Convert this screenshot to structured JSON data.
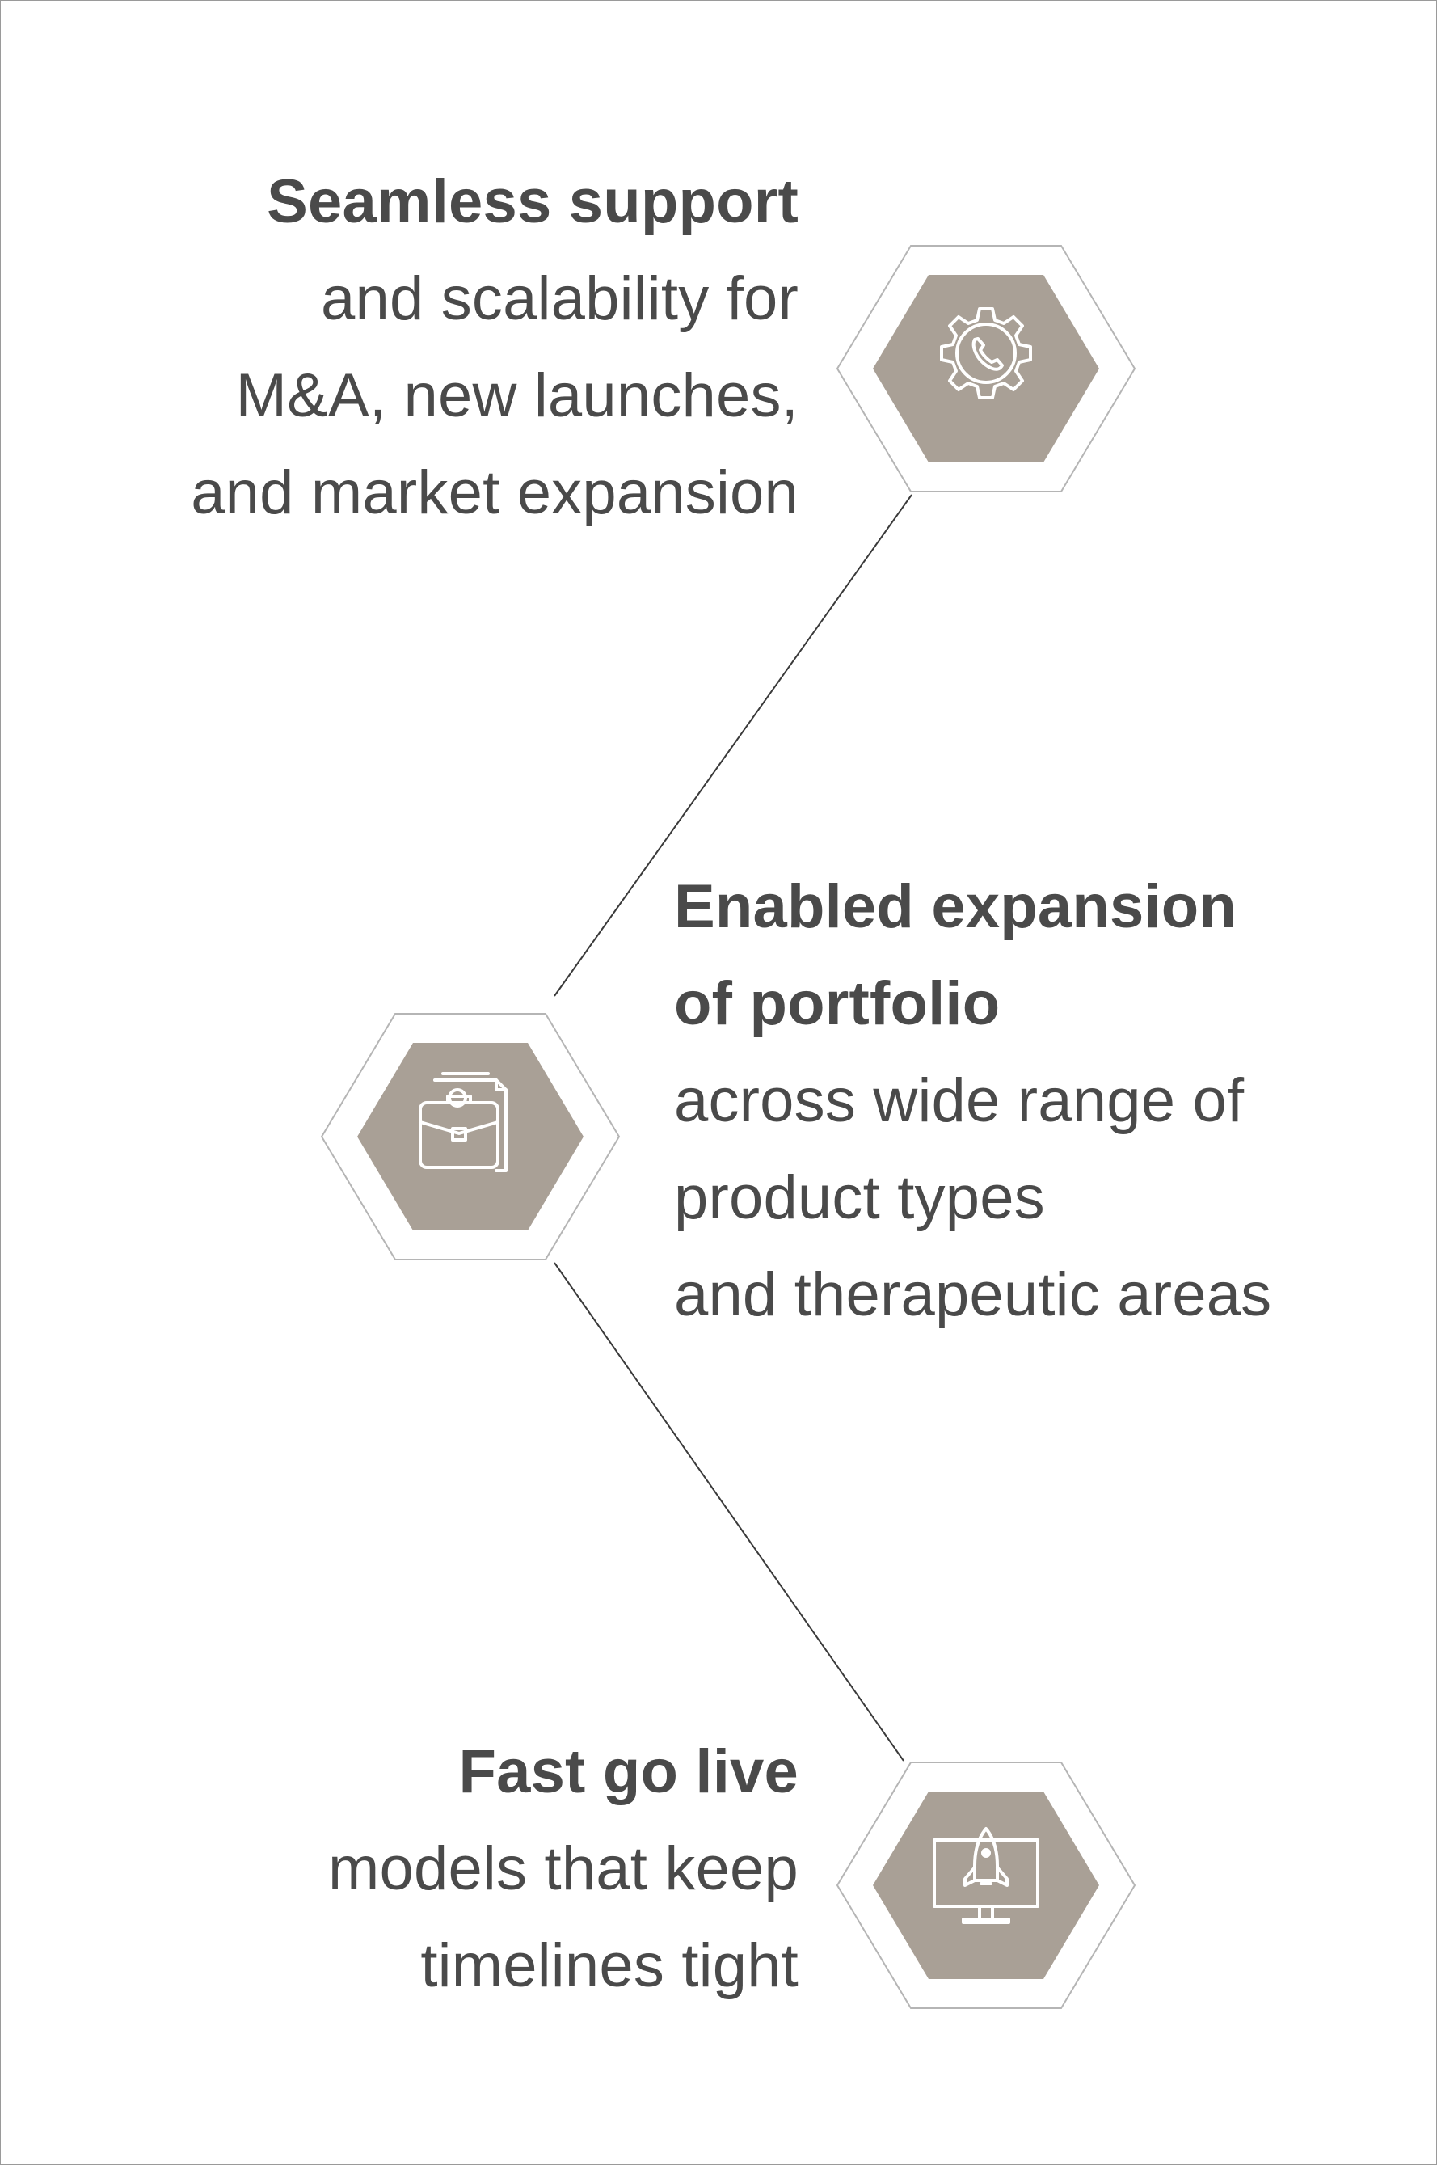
{
  "colors": {
    "hex_fill": "#a9a096",
    "hex_outline": "#b5b5b5",
    "text": "#4a4a4a",
    "icon_stroke": "#ffffff",
    "connector": "#3a3a3a"
  },
  "items": [
    {
      "icon": "gear-phone-icon",
      "heading": "Seamless support",
      "lines": [
        "and scalability for",
        "M&A, new launches,",
        "and market expansion"
      ]
    },
    {
      "icon": "briefcase-document-icon",
      "heading_lines": [
        "Enabled expansion",
        "of portfolio"
      ],
      "lines": [
        "across wide range of",
        "product types",
        "and therapeutic areas"
      ]
    },
    {
      "icon": "monitor-rocket-icon",
      "heading": "Fast go live",
      "lines": [
        "models that keep",
        "timelines tight"
      ]
    }
  ]
}
